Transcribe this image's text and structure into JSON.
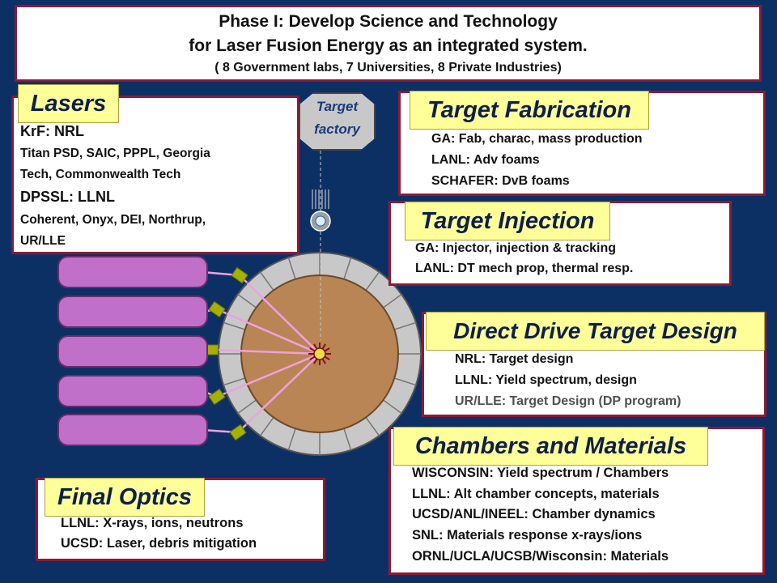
{
  "colors": {
    "background": "#0d3064",
    "box_border": "#8c1a37",
    "tab_fill": "#ffff99",
    "laser_fill": "#c070c8",
    "chamber_fill": "#b98555",
    "chamber_rim": "#c8c8c8",
    "beam_color": "#f0a0e0"
  },
  "header": {
    "line1": "Phase I: Develop Science and Technology",
    "line2": "for Laser Fusion Energy as an integrated system.",
    "line3": "( 8 Government labs, 7 Universities, 8 Private Industries)"
  },
  "lasers": {
    "title": "Lasers",
    "lines": [
      "KrF: NRL",
      "Titan PSD, SAIC, PPPL, Georgia",
      "Tech, Commonwealth Tech",
      "DPSSL: LLNL",
      "Coherent, Onyx, DEI, Northrup,",
      "UR/LLE"
    ]
  },
  "target_factory": {
    "line1": "Target",
    "line2": "factory"
  },
  "target_fabrication": {
    "title": "Target Fabrication",
    "lines": [
      "GA: Fab, charac, mass production",
      "LANL: Adv foams",
      "SCHAFER: DvB foams"
    ]
  },
  "target_injection": {
    "title": "Target Injection",
    "lines": [
      "GA: Injector, injection & tracking",
      "LANL: DT mech prop, thermal resp."
    ]
  },
  "direct_drive": {
    "title": "Direct Drive Target Design",
    "lines": [
      "NRL: Target design",
      "LLNL: Yield spectrum, design",
      "UR/LLE: Target Design (DP program)"
    ]
  },
  "chambers": {
    "title": "Chambers and Materials",
    "lines": [
      "WISCONSIN: Yield spectrum / Chambers",
      "LLNL: Alt chamber concepts, materials",
      "UCSD/ANL/INEEL: Chamber dynamics",
      "SNL:  Materials response x-rays/ions",
      "ORNL/UCLA/UCSB/Wisconsin: Materials"
    ]
  },
  "final_optics": {
    "title": "Final Optics",
    "lines": [
      "LLNL: X-rays, ions, neutrons",
      "UCSD: Laser, debris mitigation"
    ]
  },
  "illustration": {
    "laser_modules": 5,
    "wall_segments": 20
  }
}
